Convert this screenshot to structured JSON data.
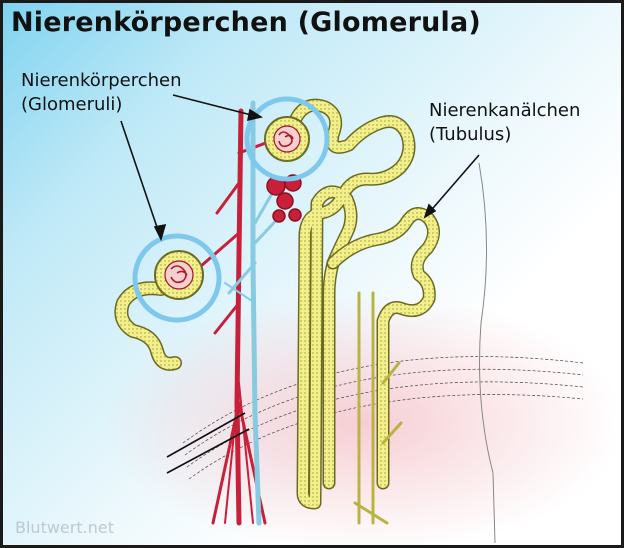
{
  "title": "Nierenkörperchen (Glomerula)",
  "labels": {
    "glomeruli_line1": "Nierenkörperchen",
    "glomeruli_line2": "(Glomeruli)",
    "tubulus_line1": "Nierenkanälchen",
    "tubulus_line2": "(Tubulus)"
  },
  "watermark": "Blutwert.net",
  "colors": {
    "highlight_circle": "#7ec8ee",
    "artery": "#c8203a",
    "vein": "#86cbe2",
    "tubule_fill": "#f3ef8a",
    "tubule_outline": "#7a7a2a",
    "background_accent": "#8dd6f0"
  }
}
